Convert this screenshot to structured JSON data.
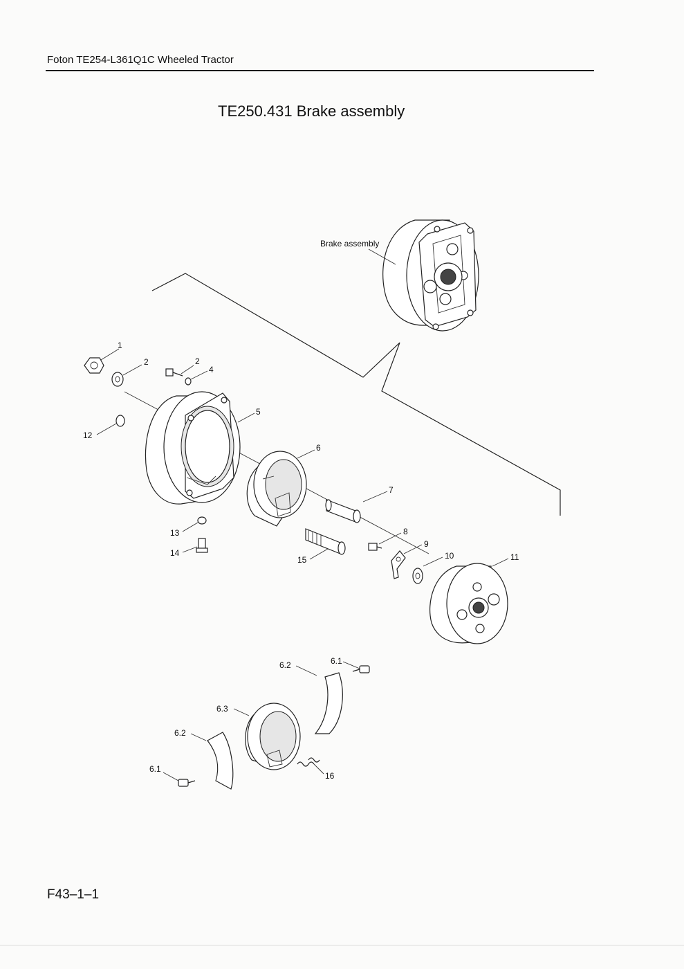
{
  "header": {
    "model": "Foton TE254-L361Q1C Wheeled Tractor"
  },
  "title": "TE250.431  Brake assembly",
  "footer": {
    "page_code": "F43–1–1"
  },
  "diagram": {
    "assembly_label": "Brake assembly",
    "callouts": {
      "c1": "1",
      "c2a": "2",
      "c2b": "2",
      "c4": "4",
      "c5": "5",
      "c6": "6",
      "c7": "7",
      "c8": "8",
      "c9": "9",
      "c10": "10",
      "c11": "11",
      "c12": "12",
      "c13": "13",
      "c14": "14",
      "c15": "15",
      "c16": "16",
      "c61a": "6.1",
      "c61b": "6.1",
      "c62a": "6.2",
      "c62b": "6.2",
      "c63": "6.3"
    }
  }
}
